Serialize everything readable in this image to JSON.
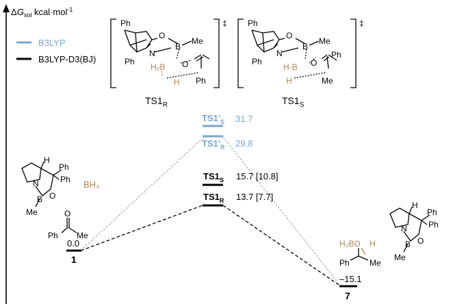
{
  "axis": {
    "label_prefix": "Δ",
    "label_symbol": "G",
    "label_subscript": "sol",
    "label_unit": "kcal·mol",
    "label_exponent": "-1"
  },
  "legend": [
    {
      "name": "B3LYP",
      "color": "#7fa3c6"
    },
    {
      "name": "B3LYP-D3(BJ)",
      "color": "#000000"
    }
  ],
  "ts_structures": {
    "left": {
      "label_main": "TS1",
      "label_sub": "R",
      "dagger": "‡",
      "atoms": {
        "ph_top": "Ph",
        "o": "O",
        "b": "B",
        "me": "Me",
        "n": "N",
        "ph_bottom": "Ph",
        "h2b": "H₂B",
        "o2": "O",
        "ph_right": "Ph",
        "h": "H"
      }
    },
    "right": {
      "label_main": "TS1",
      "label_sub": "S",
      "dagger": "‡",
      "atoms": {
        "ph_top": "Ph",
        "o": "O",
        "b": "B",
        "me": "Me",
        "n": "N",
        "ph_bottom": "Ph",
        "hb": "H-B",
        "o2": "O",
        "ph_right": "Ph",
        "h": "H",
        "me2": "Me"
      }
    }
  },
  "levels": {
    "start": {
      "label": "1",
      "value": "0.0"
    },
    "ts_s_prime": {
      "label_main": "TS1'",
      "label_sub": "S",
      "value": "31.7"
    },
    "ts_r_prime": {
      "label_main": "TS1'",
      "label_sub": "R",
      "value": "29.8"
    },
    "ts_s": {
      "label_main": "TS1",
      "label_sub": "S",
      "value": "15.7 [10.8]"
    },
    "ts_r": {
      "label_main": "TS1",
      "label_sub": "R",
      "value": "13.7 [7.7]"
    },
    "product": {
      "label": "7",
      "value": "–15.1"
    }
  },
  "left_structures": {
    "catalyst": {
      "h": "H",
      "ph1": "Ph",
      "ph2": "Ph",
      "n": "N",
      "b": "B",
      "o": "O",
      "me": "Me"
    },
    "borane": "BH₃",
    "ketone": {
      "o": "O",
      "ph": "Ph",
      "me": "Me"
    }
  },
  "right_structures": {
    "catalyst": {
      "h": "H",
      "ph1": "Ph",
      "ph2": "Ph",
      "n": "N",
      "b": "B",
      "o": "O",
      "me": "Me"
    },
    "alkoxide": {
      "h2bo": "H₂BO",
      "h": "H",
      "ph": "Ph",
      "me": "Me"
    }
  }
}
